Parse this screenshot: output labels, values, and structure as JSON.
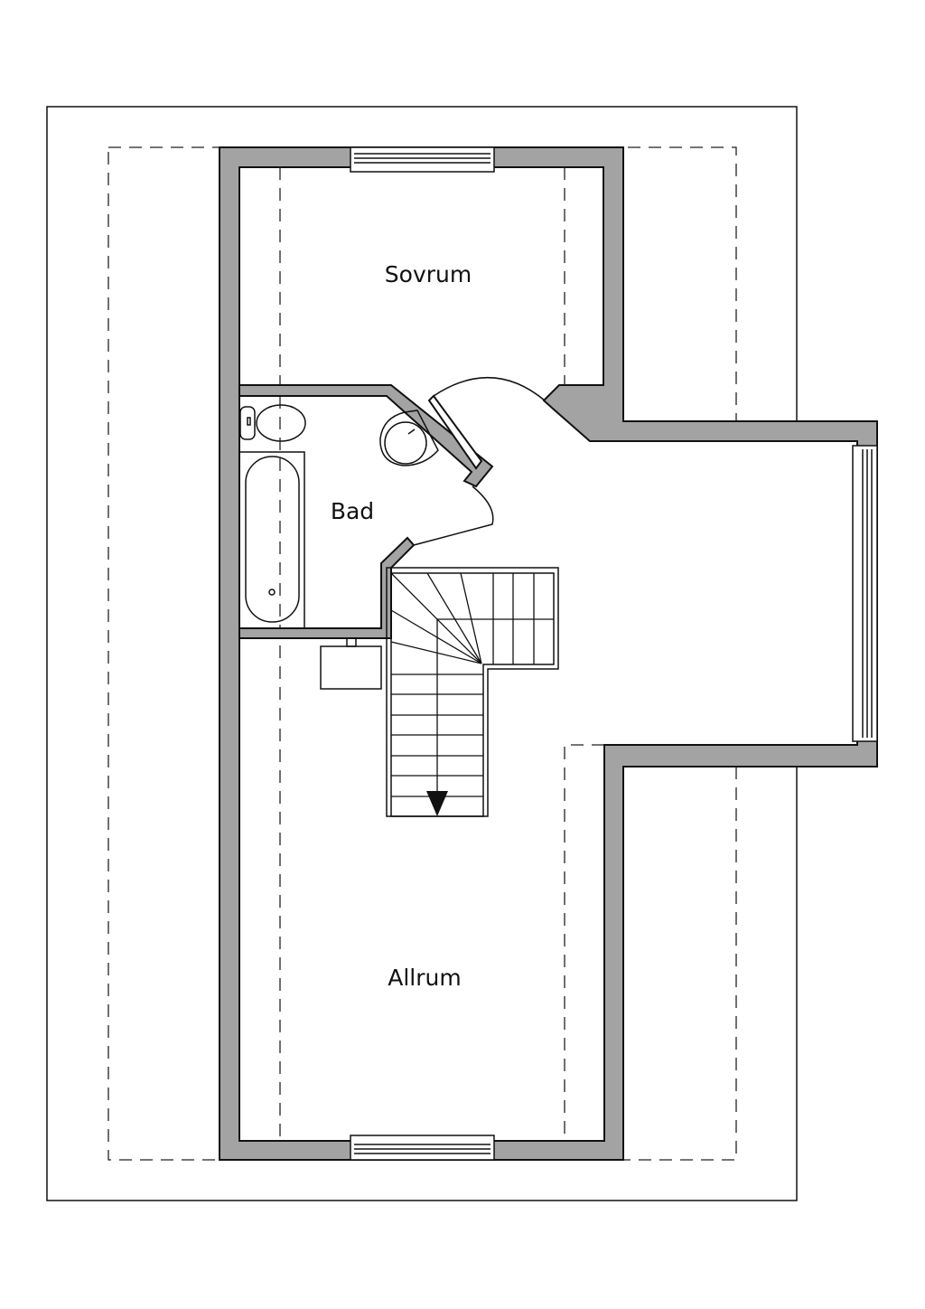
{
  "rooms": {
    "bedroom": "Sovrum",
    "bathroom": "Bad",
    "living": "Allrum"
  },
  "colors": {
    "wall": "#a3a3a3",
    "line": "#111111"
  }
}
